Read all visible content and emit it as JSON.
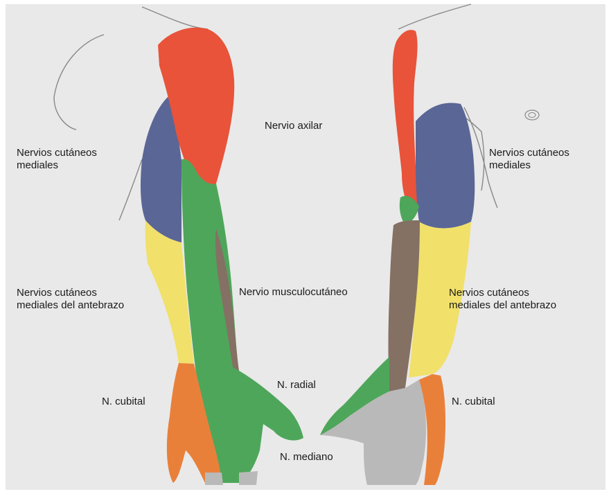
{
  "colors": {
    "background": "#e9e9e9",
    "axillary": "#e8533a",
    "medial_cutaneous": "#5a6696",
    "forearm_medial": "#f1e06a",
    "musculocutaneous_green": "#4ea65a",
    "musculocutaneous_brown": "#857064",
    "ulnar": "#e9803a",
    "median": "#b9b9b9",
    "outline": "#888888"
  },
  "labels": {
    "axillary": "Nervio axilar",
    "left_medial_cutaneous": [
      "Nervios cutáneos",
      "mediales"
    ],
    "right_medial_cutaneous": [
      "Nervios cutáneos",
      "mediales"
    ],
    "left_forearm": [
      "Nervios cutáneos",
      "mediales del antebrazo"
    ],
    "right_forearm": [
      "Nervios cutáneos",
      "mediales del antebrazo"
    ],
    "musculocutaneous": "Nervio musculocutáneo",
    "radial": "N. radial",
    "left_ulnar": "N. cubital",
    "right_ulnar": "N. cubital",
    "median": "N. mediano"
  }
}
